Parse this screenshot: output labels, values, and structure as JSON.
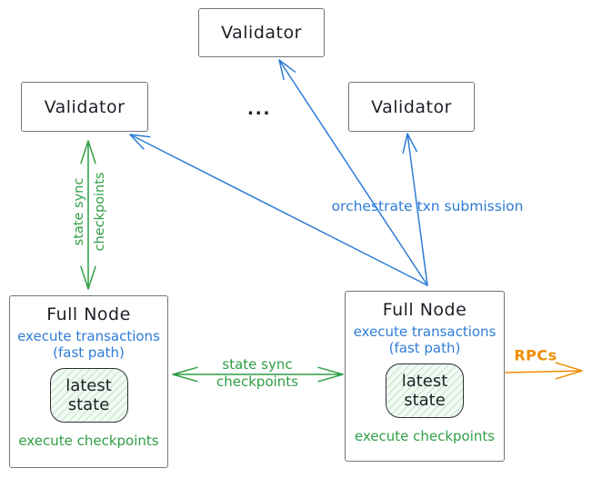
{
  "colors": {
    "blue": "#2e7cd6",
    "green": "#2f9e44",
    "orange": "#f08c00",
    "ink": "#1d2127",
    "box_border": "#72767c"
  },
  "validators": {
    "top": "Validator",
    "left": "Validator",
    "right": "Validator",
    "ellipsis": "..."
  },
  "full_node_left": {
    "title": "Full Node",
    "execute_transactions": "execute transactions",
    "fast_path": "(fast path)",
    "latest_line1": "latest",
    "latest_line2": "state",
    "execute_checkpoints": "execute checkpoints"
  },
  "full_node_right": {
    "title": "Full Node",
    "execute_transactions": "execute transactions",
    "fast_path": "(fast path)",
    "latest_line1": "latest",
    "latest_line2": "state",
    "execute_checkpoints": "execute checkpoints"
  },
  "edge_labels": {
    "state_sync_vertical_line1": "state sync",
    "state_sync_vertical_line2": "checkpoints",
    "state_sync_horizontal_line1": "state sync",
    "state_sync_horizontal_line2": "checkpoints",
    "orchestrate": "orchestrate txn submission",
    "rpcs": "RPCs"
  }
}
